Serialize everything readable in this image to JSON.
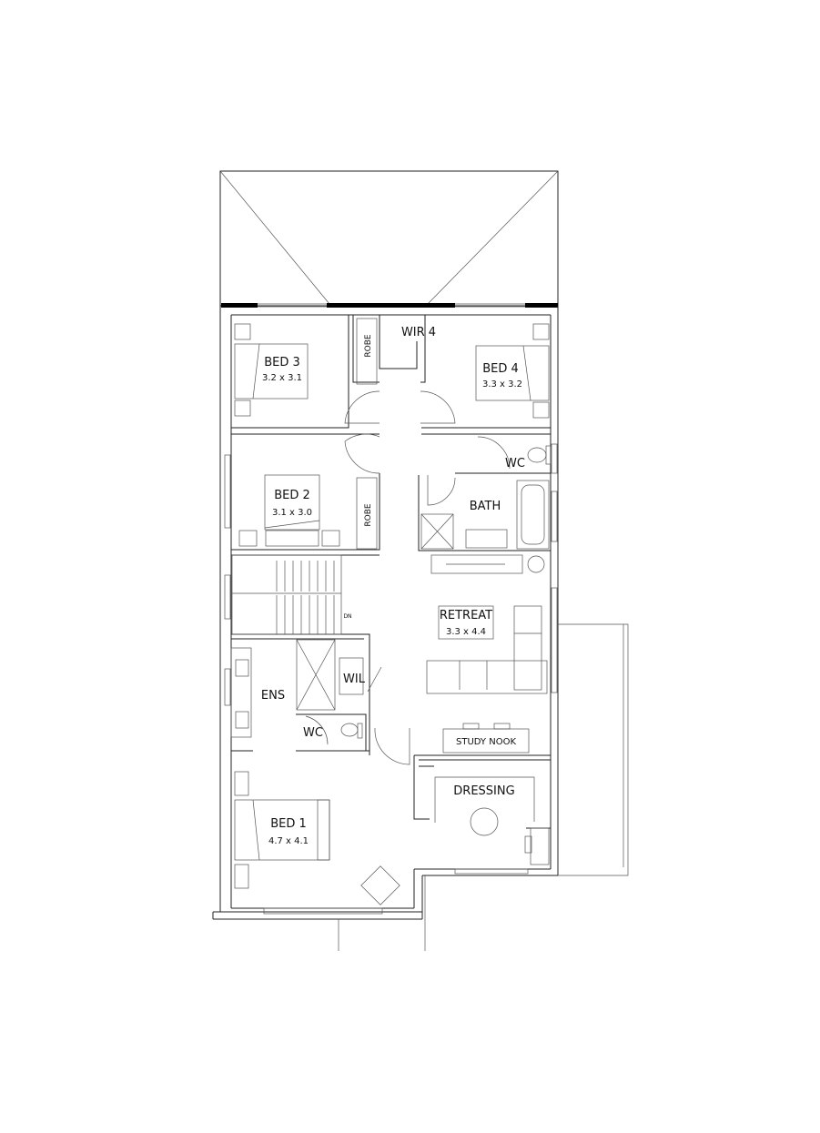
{
  "plan": {
    "rooms": {
      "bed3": {
        "name": "BED 3",
        "size": "3.2 x 3.1"
      },
      "bed4": {
        "name": "BED 4",
        "size": "3.3 x 3.2"
      },
      "wir4": {
        "name": "WIR 4"
      },
      "robe1": {
        "name": "ROBE"
      },
      "robe2": {
        "name": "ROBE"
      },
      "bed2": {
        "name": "BED 2",
        "size": "3.1 x 3.0"
      },
      "wc_upper": {
        "name": "WC"
      },
      "bath": {
        "name": "BATH"
      },
      "retreat": {
        "name": "RETREAT",
        "size": "3.3 x 4.4"
      },
      "ens": {
        "name": "ENS"
      },
      "wil": {
        "name": "WIL"
      },
      "wc_ens": {
        "name": "WC"
      },
      "study_nook": {
        "name": "STUDY NOOK"
      },
      "dressing": {
        "name": "DRESSING"
      },
      "bed1": {
        "name": "BED 1",
        "size": "4.7 x 4.1"
      }
    },
    "stair_label": "DN"
  }
}
